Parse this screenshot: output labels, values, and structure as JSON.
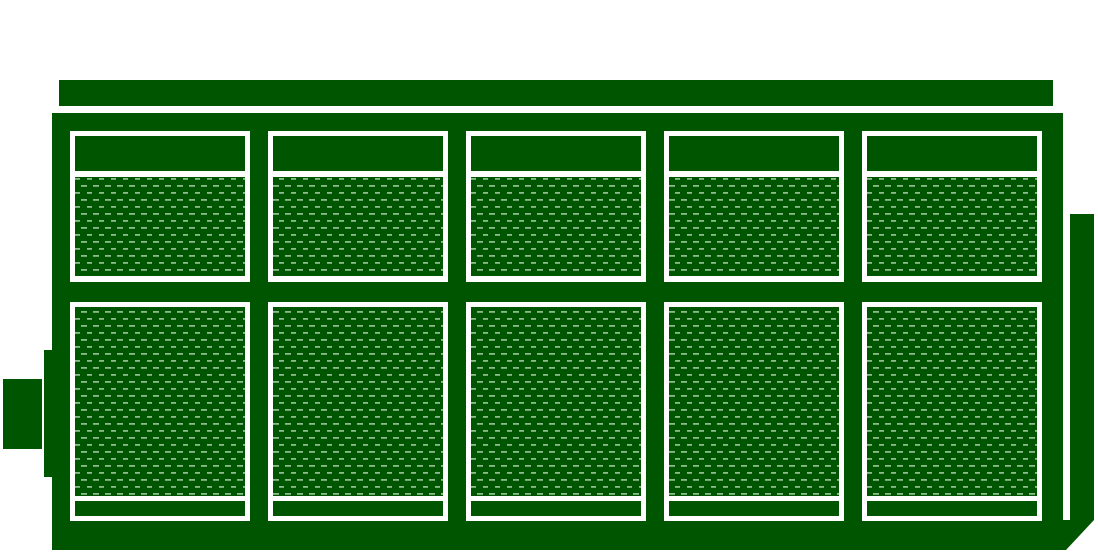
{
  "graphic": {
    "column_count": 5,
    "rows": [
      "upper-panels",
      "lower-panels"
    ],
    "colors": {
      "fill": "#005500",
      "frame": "#ffffff",
      "dash": "#8dbb8d",
      "background": "#ffffff"
    }
  }
}
